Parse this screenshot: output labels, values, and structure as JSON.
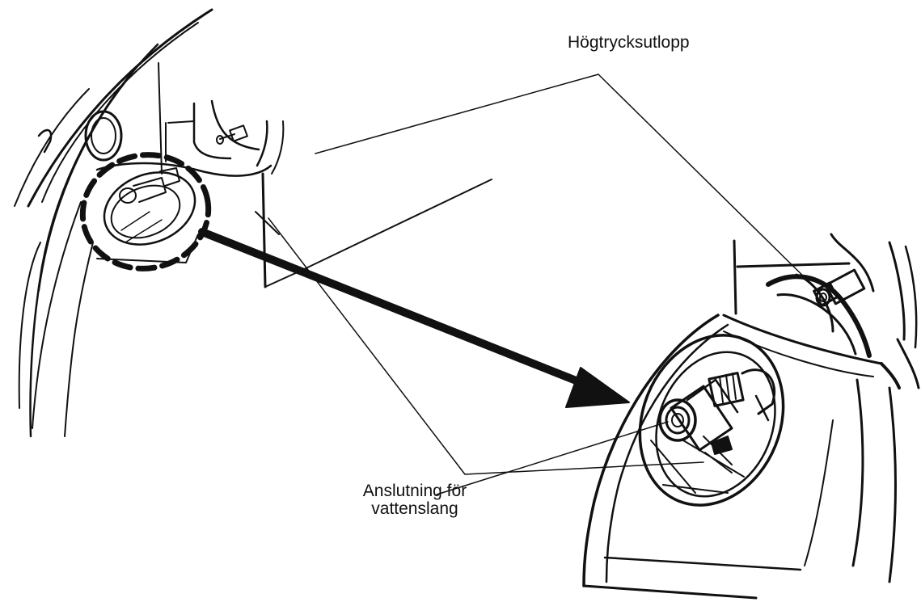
{
  "labels": {
    "high_pressure_outlet": "Högtrycksutlopp",
    "water_hose_line1": "Anslutning för",
    "water_hose_line2": "vattenslang"
  },
  "colors": {
    "ink": "#111111",
    "background": "#ffffff"
  }
}
